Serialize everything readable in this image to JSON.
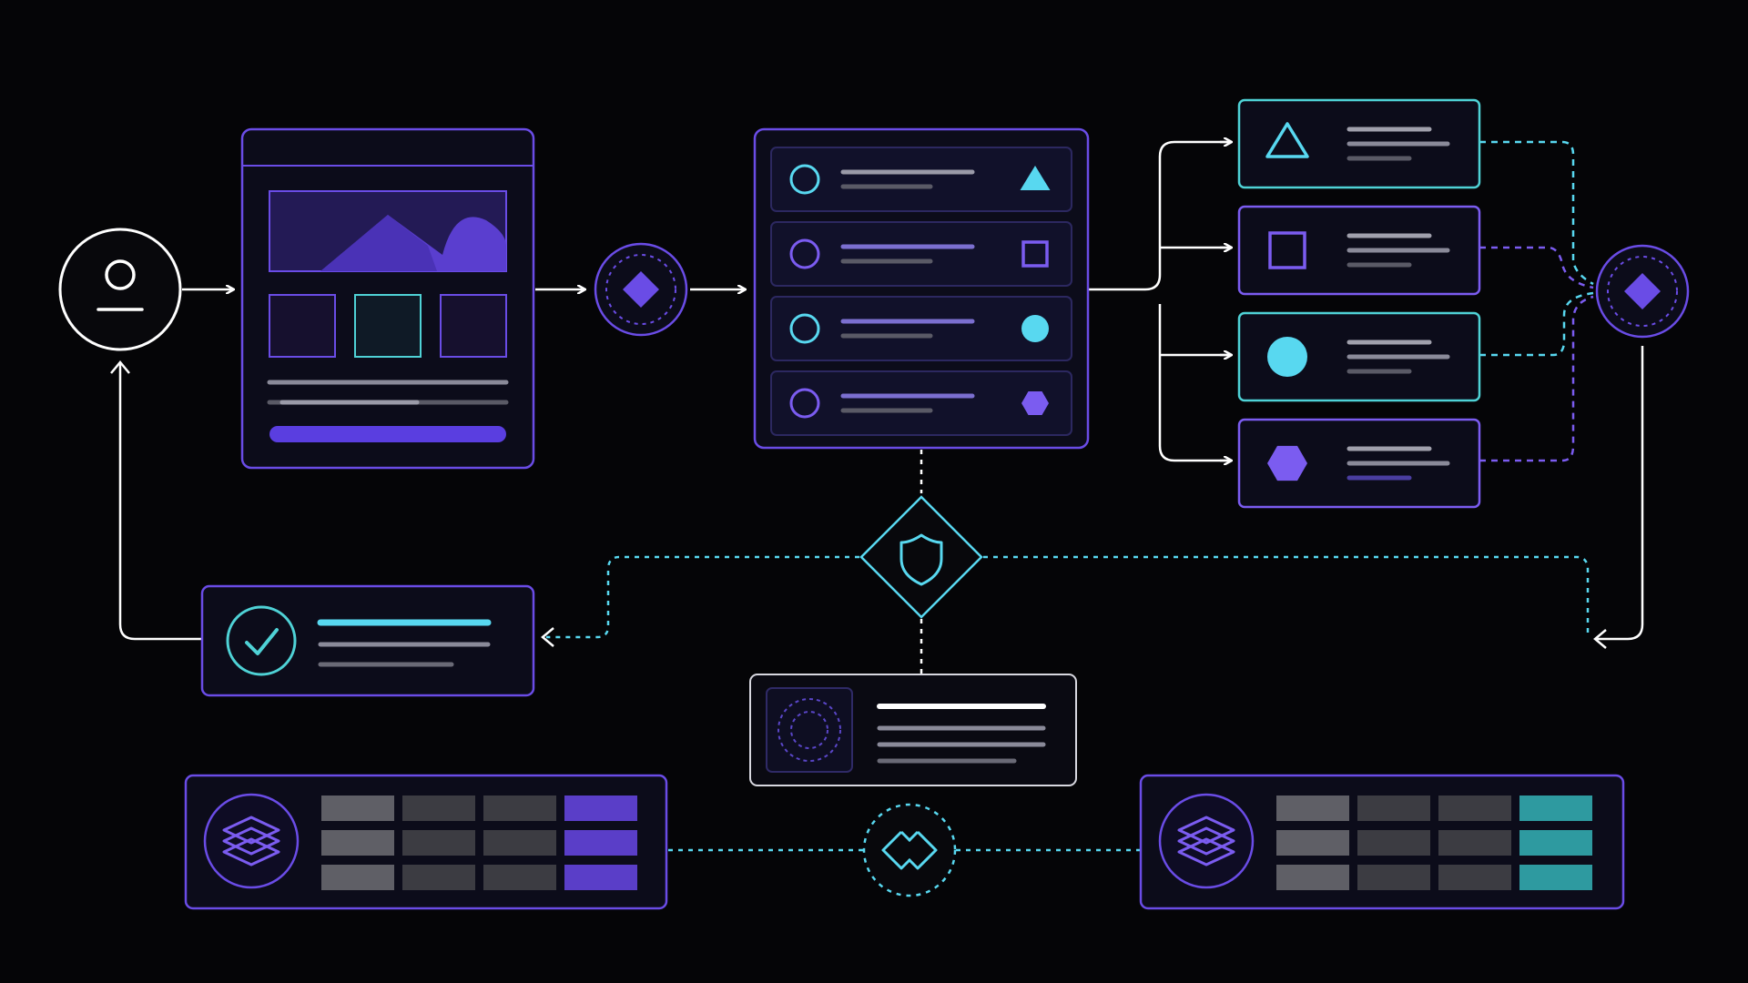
{
  "colors": {
    "background": "#050507",
    "panel": "#0c0c1a",
    "panel_inner": "#11112a",
    "purple": "#6a4ce6",
    "purple_soft": "#7b5cf0",
    "purple_dark": "#2a2060",
    "cyan": "#58d8f0",
    "teal_border": "#4fd2d6",
    "white": "#ffffff",
    "grey_line": "#8a8a99",
    "grey_dim": "#5a5a66",
    "grey_cell": "#5f5f66",
    "grey_cell_dark": "#3c3c42",
    "teal_cell": "#2e9aa0"
  },
  "icons": {
    "user": "user-icon",
    "gateway": "diamond-icon",
    "shield": "shield-icon",
    "check": "check-icon",
    "layers": "layers-icon",
    "link": "link-icon",
    "triangle": "triangle-icon",
    "square": "square-icon",
    "circle": "circle-icon",
    "hexagon": "hexagon-icon",
    "target": "target-icon",
    "mountain": "mountain-icon"
  },
  "list_items": [
    {
      "shape": "triangle",
      "color": "cyan",
      "ring": "cyan"
    },
    {
      "shape": "square",
      "color": "purple",
      "ring": "purple"
    },
    {
      "shape": "circle",
      "color": "cyan",
      "ring": "cyan"
    },
    {
      "shape": "hexagon",
      "color": "purple",
      "ring": "purple"
    }
  ],
  "output_cards": [
    {
      "shape": "triangle",
      "border": "cyan"
    },
    {
      "shape": "square",
      "border": "purple"
    },
    {
      "shape": "circle",
      "border": "cyan"
    },
    {
      "shape": "hexagon",
      "border": "purple"
    }
  ],
  "storage_left": {
    "accent": "purple",
    "rows": 3,
    "cols": 4
  },
  "storage_right": {
    "accent": "teal",
    "rows": 3,
    "cols": 4
  }
}
